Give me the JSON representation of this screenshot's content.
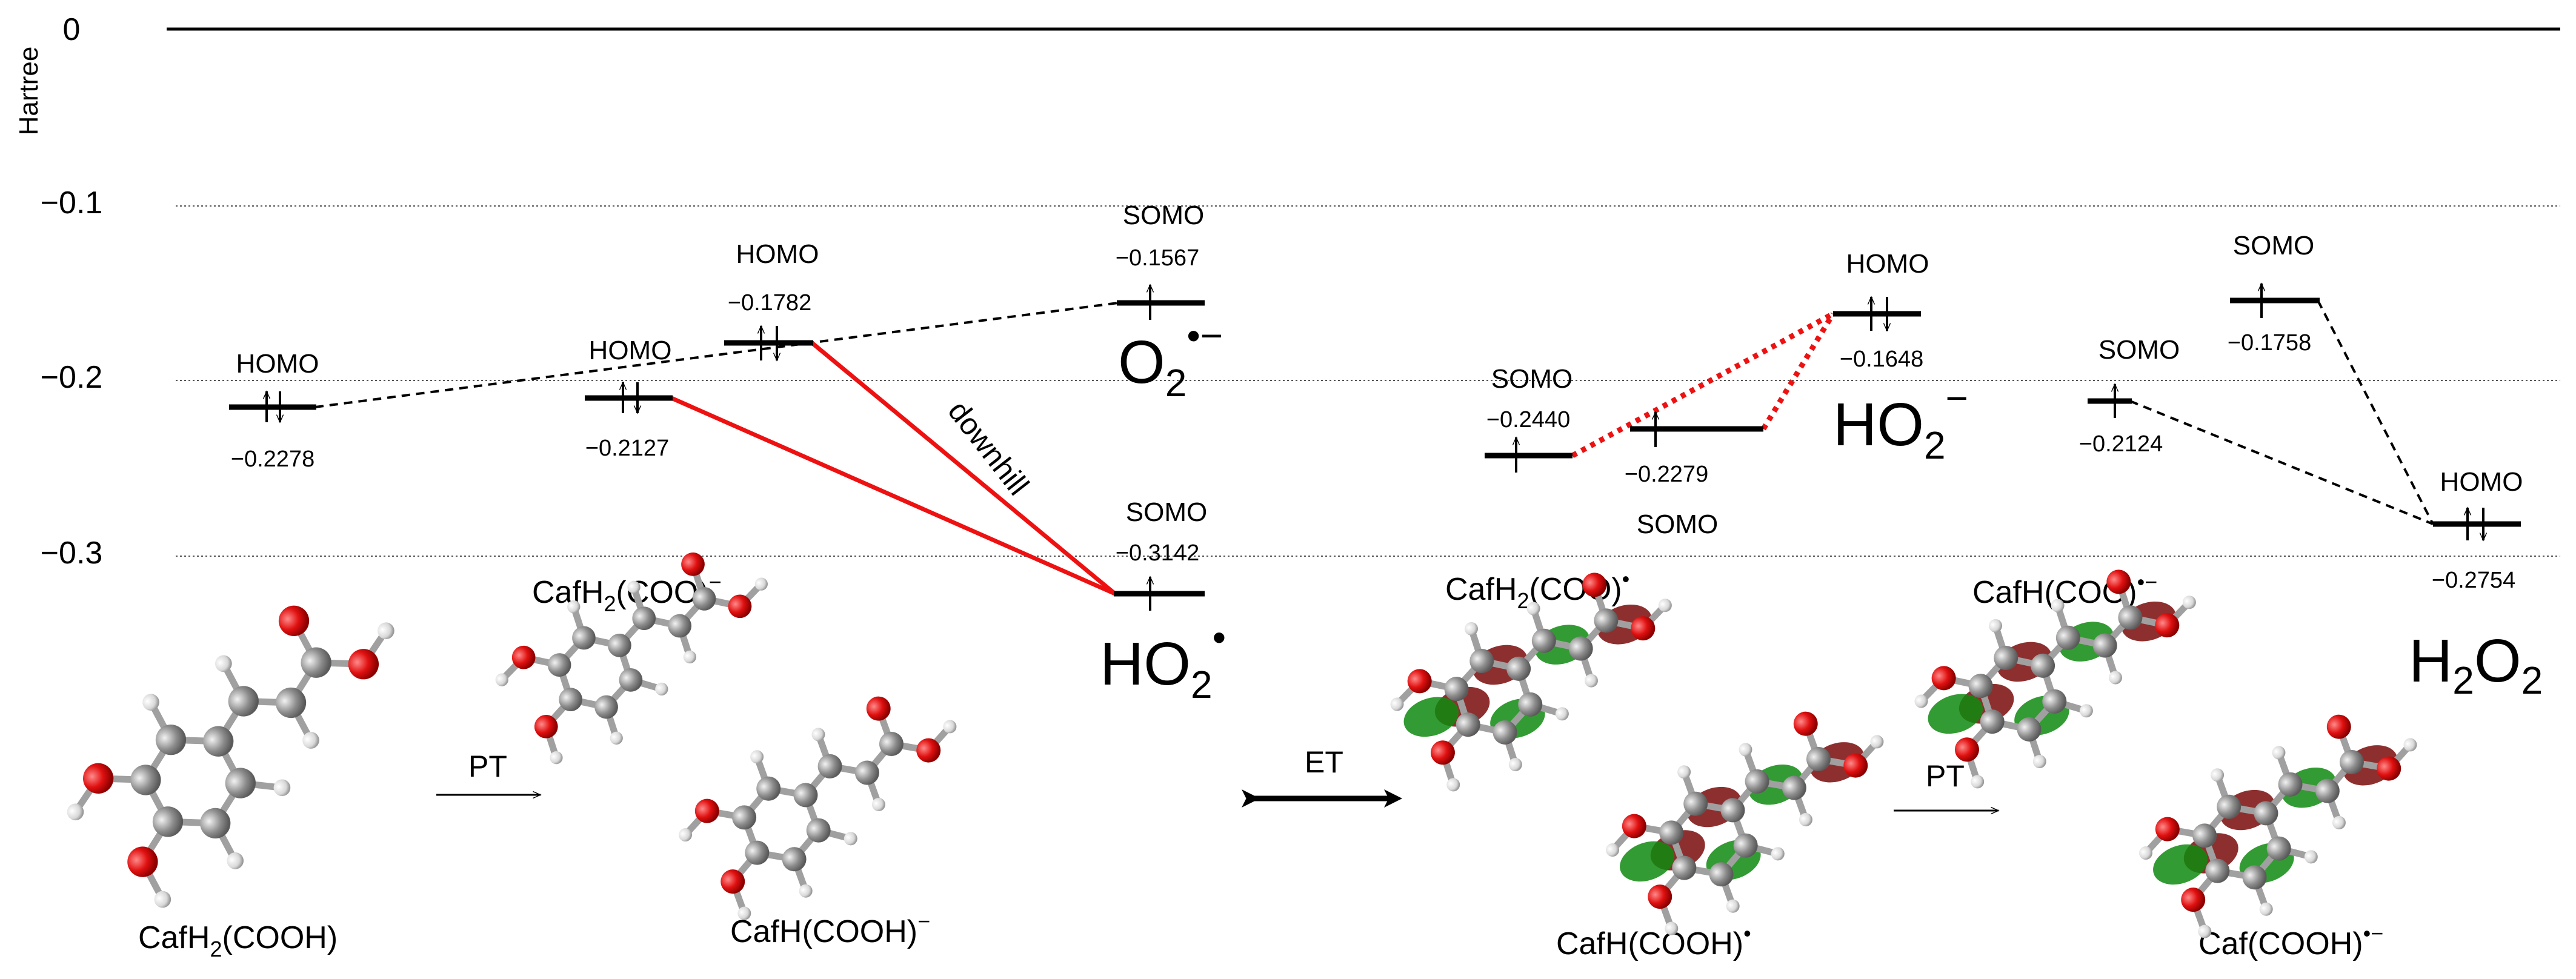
{
  "axis": {
    "unit": "Hartree",
    "ticks": [
      "0",
      "−0.1",
      "−0.2",
      "−0.3"
    ]
  },
  "levels": [
    {
      "key": "cafh2_cooh",
      "type": "HOMO",
      "value": "−0.2278"
    },
    {
      "key": "cafh2_coo",
      "type": "HOMO",
      "value": "−0.2127"
    },
    {
      "key": "cafh_cooh",
      "type": "HOMO",
      "value": "−0.1782"
    },
    {
      "key": "o2",
      "type": "SOMO",
      "value": "−0.1567"
    },
    {
      "key": "ho2rad",
      "type": "SOMO",
      "value": "−0.3142"
    },
    {
      "key": "cafh2_coo_rad",
      "type": "SOMO",
      "value": "−0.2440"
    },
    {
      "key": "cafh_cooh_rad",
      "type": "SOMO",
      "value": "−0.2279"
    },
    {
      "key": "ho2anion",
      "type": "HOMO",
      "value": "−0.1648"
    },
    {
      "key": "cafh_coo_radanion",
      "type": "SOMO",
      "value": "−0.2124"
    },
    {
      "key": "caf_cooh_radanion",
      "type": "SOMO",
      "value": "−0.1758"
    },
    {
      "key": "h2o2",
      "type": "HOMO",
      "value": "−0.2754"
    }
  ],
  "species": {
    "o2": {
      "base": "O",
      "sub": "2",
      "sup": "•−"
    },
    "ho2rad": {
      "base": "HO",
      "sub": "2",
      "sup": "•"
    },
    "ho2anion": {
      "base": "HO",
      "sub": "2",
      "sup": "−"
    },
    "h2o2": {
      "a": "H",
      "sub1": "2",
      "b": "O",
      "sub2": "2"
    }
  },
  "annotations": {
    "downhill": "downhill",
    "pt1": "PT",
    "et": "ET",
    "pt2": "PT"
  },
  "molecules": {
    "m1": {
      "a": "CafH",
      "sub": "2",
      "b": "(COOH)",
      "sup": ""
    },
    "m2": {
      "a": "CafH",
      "sub": "2",
      "b": "(COO)",
      "sup": "−"
    },
    "m3": {
      "a": "CafH(COOH)",
      "sup": "−"
    },
    "m4": {
      "a": "CafH",
      "sub": "2",
      "b": "(COO)",
      "sup": "•"
    },
    "m5": {
      "a": "CafH(COOH)",
      "sup": "•"
    },
    "m6": {
      "a": "CafH(COO)",
      "sup": "•−"
    },
    "m7": {
      "a": "Caf(COOH)",
      "sup": "•−"
    }
  }
}
